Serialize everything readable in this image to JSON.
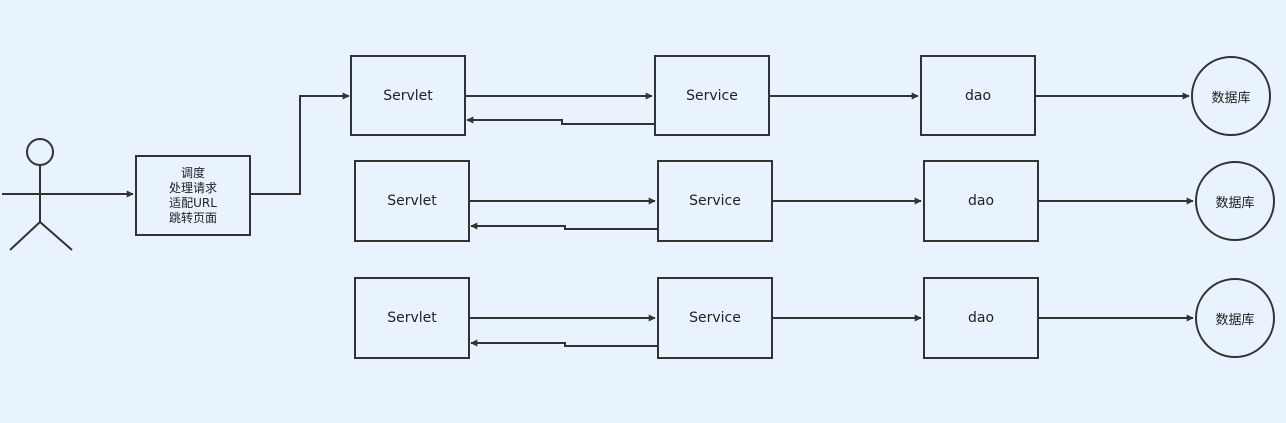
{
  "dispatcher": {
    "lines": [
      "调度",
      "处理请求",
      "适配URL",
      "跳转页面"
    ]
  },
  "rows": [
    {
      "servlet": "Servlet",
      "service": "Service",
      "dao": "dao",
      "db": "数据库"
    },
    {
      "servlet": "Servlet",
      "service": "Service",
      "dao": "dao",
      "db": "数据库"
    },
    {
      "servlet": "Servlet",
      "service": "Service",
      "dao": "dao",
      "db": "数据库"
    }
  ],
  "colors": {
    "background": "#e8f3fd",
    "stroke": "#333333"
  }
}
